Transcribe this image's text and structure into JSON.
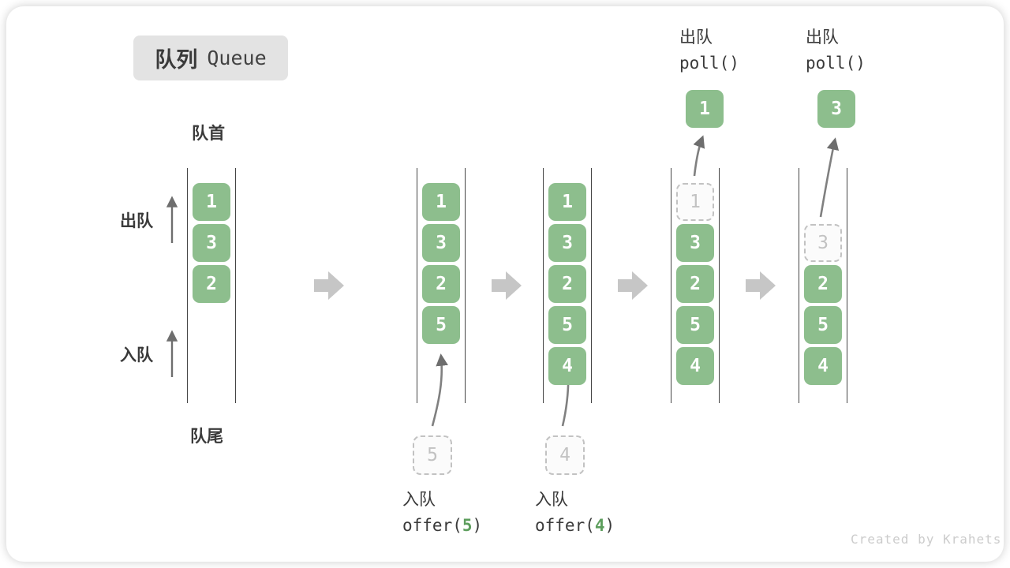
{
  "title": {
    "zh": "队列",
    "en": "Queue"
  },
  "side_labels": {
    "front": "队首",
    "rear": "队尾",
    "dequeue": "出队",
    "enqueue": "入队"
  },
  "watermark": "Created by Krahets",
  "colors": {
    "cell_green": "#8dbe8d",
    "code_arg_green": "#5d9e5d",
    "step_arrow_gray": "#c6c6c6",
    "guide_line_dark": "#454545",
    "ghost_dash_gray": "#c2c2c2",
    "title_bg": "#e3e3e3",
    "text_dark": "#3a3a3a"
  },
  "queues": [
    {
      "cells": [
        {
          "value": "1",
          "state": "solid"
        },
        {
          "value": "3",
          "state": "solid"
        },
        {
          "value": "2",
          "state": "solid"
        }
      ]
    },
    {
      "cells": [
        {
          "value": "1",
          "state": "solid"
        },
        {
          "value": "3",
          "state": "solid"
        },
        {
          "value": "2",
          "state": "solid"
        },
        {
          "value": "5",
          "state": "solid"
        }
      ],
      "incoming": {
        "value": "5"
      },
      "caption": {
        "action": "入队",
        "fn_open": "offer(",
        "arg": "5",
        "fn_close": ")"
      }
    },
    {
      "cells": [
        {
          "value": "1",
          "state": "solid"
        },
        {
          "value": "3",
          "state": "solid"
        },
        {
          "value": "2",
          "state": "solid"
        },
        {
          "value": "5",
          "state": "solid"
        },
        {
          "value": "4",
          "state": "solid"
        }
      ],
      "incoming": {
        "value": "4"
      },
      "caption": {
        "action": "入队",
        "fn_open": "offer(",
        "arg": "4",
        "fn_close": ")"
      }
    },
    {
      "cells": [
        {
          "value": "1",
          "state": "dashed"
        },
        {
          "value": "3",
          "state": "solid"
        },
        {
          "value": "2",
          "state": "solid"
        },
        {
          "value": "5",
          "state": "solid"
        },
        {
          "value": "4",
          "state": "solid"
        }
      ],
      "header": {
        "action": "出队",
        "fn": "poll()"
      },
      "polled": {
        "value": "1"
      }
    },
    {
      "cells": [
        {
          "value": "",
          "state": "empty"
        },
        {
          "value": "3",
          "state": "dashed"
        },
        {
          "value": "2",
          "state": "solid"
        },
        {
          "value": "5",
          "state": "solid"
        },
        {
          "value": "4",
          "state": "solid"
        }
      ],
      "header": {
        "action": "出队",
        "fn": "poll()"
      },
      "polled": {
        "value": "3"
      }
    }
  ]
}
